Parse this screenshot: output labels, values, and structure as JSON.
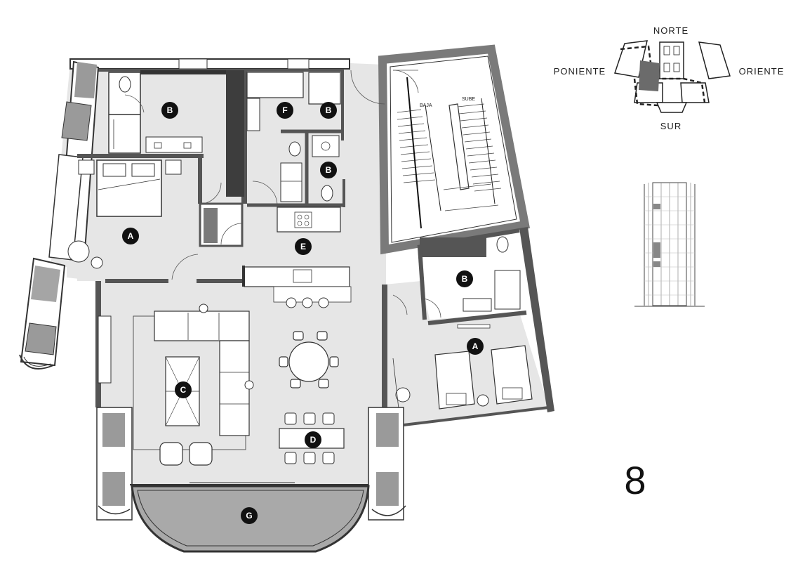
{
  "compass": {
    "north": "NORTE",
    "south": "SUR",
    "east": "ORIENTE",
    "west": "PONIENTE"
  },
  "stairs": {
    "down": "BAJA",
    "up": "SUBE"
  },
  "floor_number": "8",
  "room_markers": [
    {
      "id": "b-master-bath",
      "letter": "B"
    },
    {
      "id": "f-laundry",
      "letter": "F"
    },
    {
      "id": "b-service-bath-top",
      "letter": "B"
    },
    {
      "id": "b-service-bath-bottom",
      "letter": "B"
    },
    {
      "id": "a-master-bedroom",
      "letter": "A"
    },
    {
      "id": "e-kitchen",
      "letter": "E"
    },
    {
      "id": "b-secondary-bath",
      "letter": "B"
    },
    {
      "id": "a-secondary-bedroom",
      "letter": "A"
    },
    {
      "id": "c-living",
      "letter": "C"
    },
    {
      "id": "d-dining",
      "letter": "D"
    },
    {
      "id": "g-terrace",
      "letter": "G"
    }
  ],
  "colors": {
    "wall": "#555555",
    "wall_dark": "#3a3a3a",
    "floor": "#e6e6e6",
    "terrace": "#a9a9a9",
    "marker": "#111111",
    "highlight": "#6b6b6b"
  }
}
